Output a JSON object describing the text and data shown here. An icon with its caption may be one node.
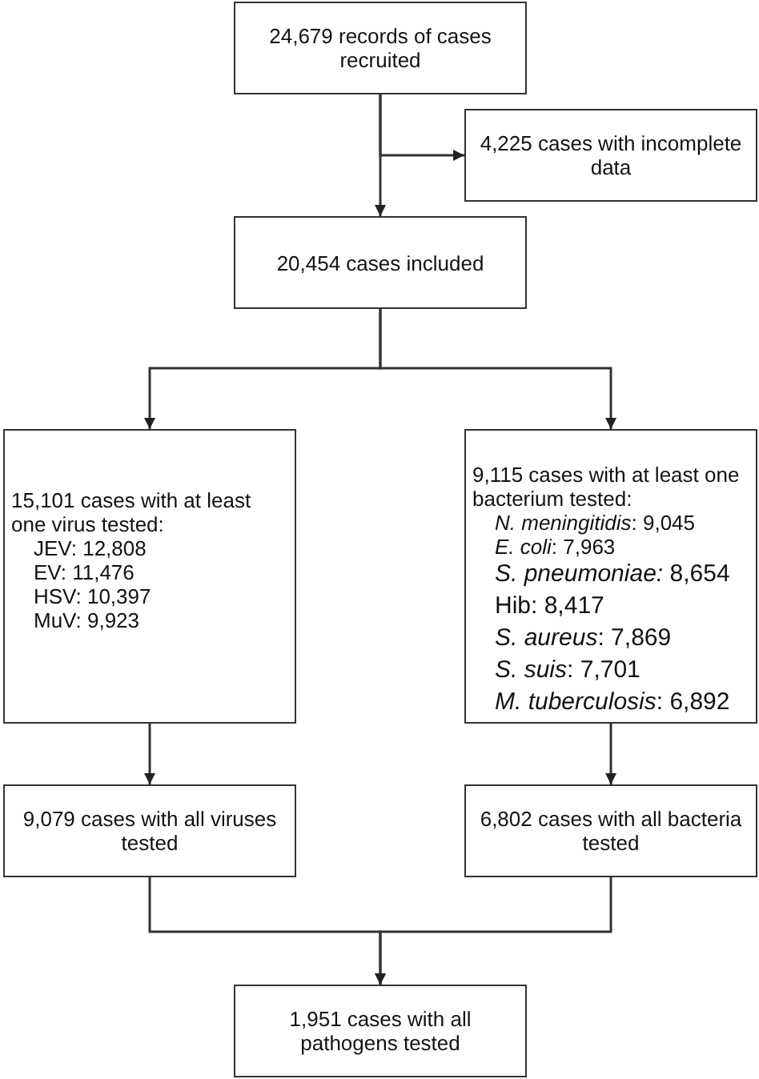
{
  "diagram": {
    "nodes": [
      {
        "text": [
          "24,679 records of cases recruited"
        ]
      },
      {
        "text": [
          "4,225 cases with incomplete data"
        ]
      },
      {
        "text": [
          "20,454 cases included"
        ]
      },
      {
        "text": [
          "15,101 cases with at least one virus tested:",
          "JEV: 12,808",
          "EV: 11,476",
          "HSV: 10,397",
          "MuV: 9,923"
        ]
      },
      {
        "text": [
          "9,115 cases with at least one bacterium tested:",
          "*N. meningitidis*: 9,045",
          "*E. coli*: 7,963",
          "*S. pneumoniae:* 8,654",
          "Hib: 8,417",
          "*S. aureus*: 7,869",
          "*S. suis*: 7,701",
          "*M. tuberculosis*: 6,892"
        ]
      },
      {
        "text": [
          "9,079 cases with all viruses tested"
        ]
      },
      {
        "text": [
          "6,802 cases with all bacteria tested"
        ]
      },
      {
        "text": [
          "1,951 cases with all pathogens tested"
        ]
      }
    ],
    "edges": [
      {
        "from": 0,
        "to": 2,
        "arrow": "to"
      },
      {
        "from": 0,
        "to": 1,
        "arrow": "to"
      },
      {
        "from": 2,
        "to": 3,
        "arrow": "to"
      },
      {
        "from": 2,
        "to": 4,
        "arrow": "to"
      },
      {
        "from": 3,
        "to": 5,
        "arrow": "to"
      },
      {
        "from": 4,
        "to": 6,
        "arrow": "to"
      },
      {
        "from": 5,
        "to": 7,
        "arrow": "to"
      },
      {
        "from": 6,
        "to": 7,
        "arrow": "to"
      }
    ]
  }
}
